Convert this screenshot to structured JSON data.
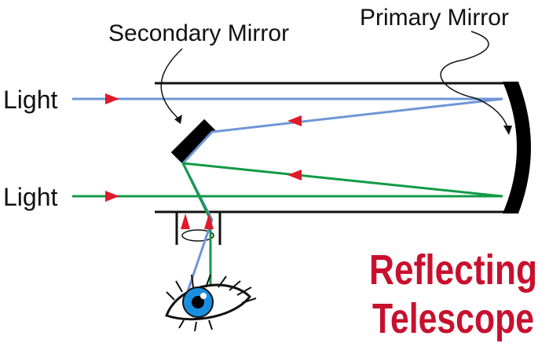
{
  "labels": {
    "secondary_mirror": "Secondary Mirror",
    "primary_mirror": "Primary Mirror",
    "light_top": "Light",
    "light_bottom": "Light"
  },
  "title": {
    "line1": "Reflecting",
    "line2": "Telescope"
  },
  "colors": {
    "ray_blue": "#6f96d6",
    "ray_green": "#129a45",
    "arrow_red": "#e01a2b",
    "title_red": "#c8102e",
    "mirror": "#000000",
    "iris": "#1a8fe0"
  }
}
